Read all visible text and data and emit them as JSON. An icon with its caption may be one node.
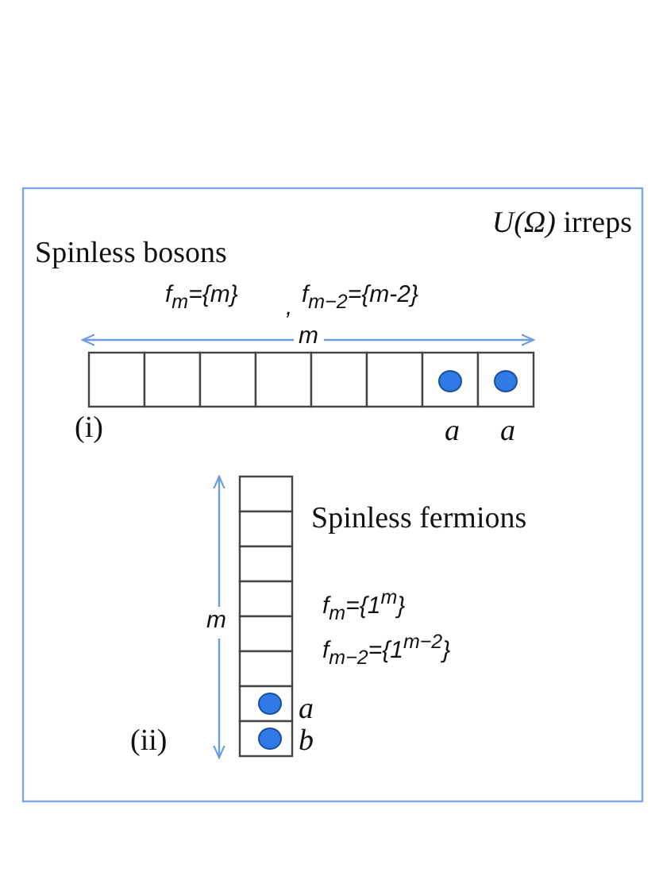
{
  "diagram": {
    "labels": [
      "*U(Ω)* irreps",
      "Spinless bosons",
      "f$_{m}$={m}",
      ",",
      "f$_{m−2}$={m-2}",
      "*m*",
      "(i)",
      "*a*",
      "*a*",
      "Spinless fermions",
      "*m*",
      "f$_{m}$={1$^{m}$}",
      "f$_{m−2}$={1$^{m−2}$}",
      "*a*",
      "(ii)",
      "*b*"
    ]
  }
}
